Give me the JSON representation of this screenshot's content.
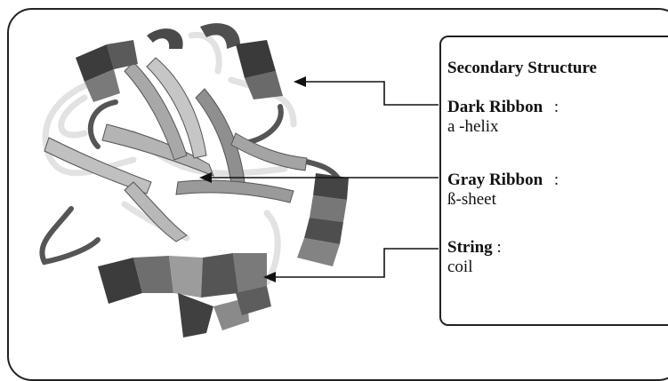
{
  "legend": {
    "title": "Secondary Structure",
    "items": [
      {
        "key": "Dark Ribbon",
        "sep": ":",
        "value": "a -helix"
      },
      {
        "key": "Gray Ribbon",
        "sep": ":",
        "value": "ß-sheet"
      },
      {
        "key": "String",
        "sep": ":",
        "value": "coil"
      }
    ]
  },
  "colors": {
    "helix": "#5a5a5a",
    "sheet": "#b4b4b4",
    "coil": "#e6e6e6",
    "outline": "#222222"
  },
  "icons": [
    "protein-ribbon-structure"
  ]
}
